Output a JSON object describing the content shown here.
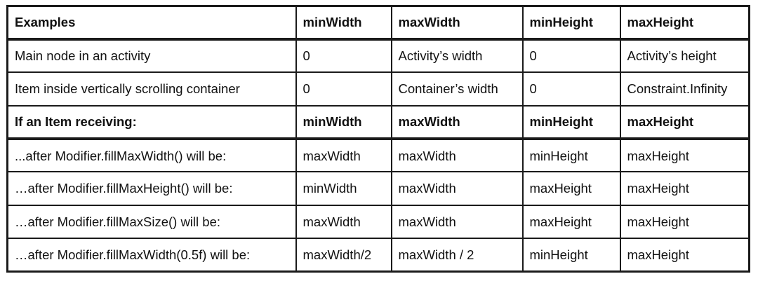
{
  "table": {
    "columns": [
      "Examples",
      "minWidth",
      "maxWidth",
      "minHeight",
      "maxHeight"
    ],
    "header": {
      "label": "Examples",
      "min_width": "minWidth",
      "max_width": "maxWidth",
      "min_height": "minHeight",
      "max_height": "maxHeight"
    },
    "section_header": {
      "label": "If an Item receiving:",
      "min_width": "minWidth",
      "max_width": "maxWidth",
      "min_height": "minHeight",
      "max_height": "maxHeight"
    },
    "examples_rows": [
      {
        "label": "Main node in an activity",
        "min_width": "0",
        "max_width": "Activity’s width",
        "min_height": "0",
        "max_height": "Activity’s height"
      },
      {
        "label": "Item inside vertically scrolling container",
        "min_width": "0",
        "max_width": "Container’s width",
        "min_height": "0",
        "max_height": "Constraint.Infinity"
      }
    ],
    "modifier_rows": [
      {
        "label": "...after Modifier.fillMaxWidth() will be:",
        "min_width": "maxWidth",
        "max_width": "maxWidth",
        "min_height": "minHeight",
        "max_height": "maxHeight"
      },
      {
        "label": "…after Modifier.fillMaxHeight() will be:",
        "min_width": "minWidth",
        "max_width": "maxWidth",
        "min_height": "maxHeight",
        "max_height": "maxHeight"
      },
      {
        "label": "…after Modifier.fillMaxSize() will be:",
        "min_width": "maxWidth",
        "max_width": "maxWidth",
        "min_height": "maxHeight",
        "max_height": "maxHeight"
      },
      {
        "label": "…after Modifier.fillMaxWidth(0.5f) will be:",
        "min_width": "maxWidth/2",
        "max_width": "maxWidth / 2",
        "min_height": "minHeight",
        "max_height": "maxHeight"
      }
    ]
  },
  "colors": {
    "border": "#1a1a1a",
    "text": "#111111",
    "background": "#ffffff"
  }
}
